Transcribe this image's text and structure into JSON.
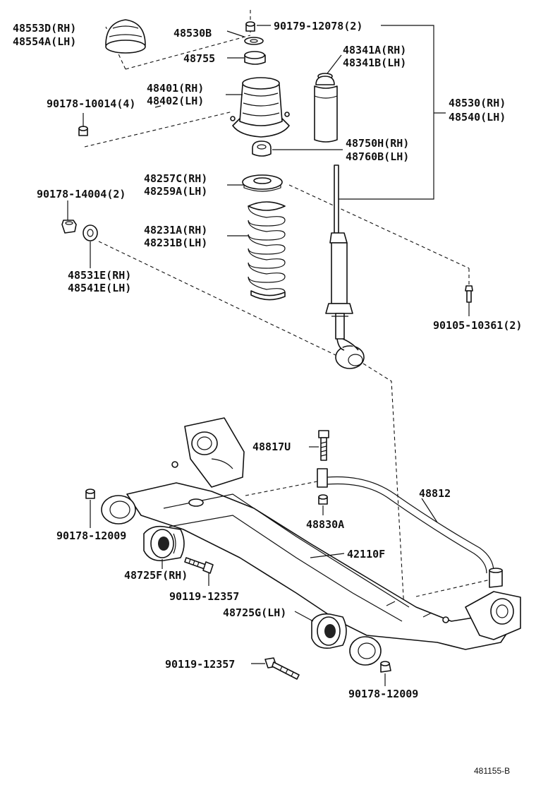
{
  "labels": {
    "bump_stop_cap_rh": "48553D(RH)",
    "bump_stop_cap_lh": "48554A(LH)",
    "support_assy": "48530B",
    "nut_upper": "90179-12078(2)",
    "retainer": "48755",
    "bound_stopper_rh": "48341A(RH)",
    "bound_stopper_lh": "48341B(LH)",
    "spring_seat_upper_rh": "48401(RH)",
    "spring_seat_upper_lh": "48402(LH)",
    "nut_mount": "90178-10014(4)",
    "shock_assy_rh": "48530(RH)",
    "shock_assy_lh": "48540(LH)",
    "cushion_rh": "48750H(RH)",
    "cushion_lh": "48760B(LH)",
    "insulator_rh": "48257C(RH)",
    "insulator_lh": "48259A(LH)",
    "nut_lower": "90178-14004(2)",
    "coil_spring_rh": "48231A(RH)",
    "coil_spring_lh": "48231B(LH)",
    "washer_rh": "48531E(RH)",
    "washer_lh": "48541E(LH)",
    "bolt_shock": "90105-10361(2)",
    "bolt_stabilizer": "48817U",
    "stabilizer_bar": "48812",
    "nut_stabilizer": "48830A",
    "beam_nut_left": "90178-12009",
    "axle_beam": "42110F",
    "bushing_rh": "48725F(RH)",
    "bolt_bushing_1": "90119-12357",
    "bushing_lh": "48725G(LH)",
    "bolt_bushing_2": "90119-12357",
    "beam_nut_right": "90178-12009",
    "figure_code": "481155-B"
  },
  "colors": {
    "ink": "#111111",
    "paper": "#ffffff"
  }
}
